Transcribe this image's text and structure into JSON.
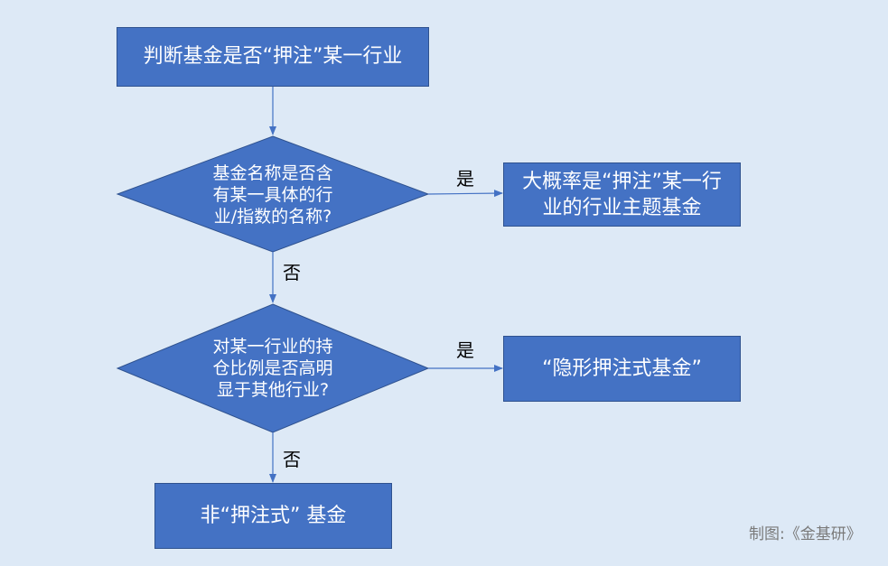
{
  "diagram": {
    "start_box": "判断基金是否“押注”某一行业",
    "decision1": [
      "基金名称是否含",
      "有某一具体的行",
      "业/指数的名称?"
    ],
    "decision1_yes_label": "是",
    "decision1_no_label": "否",
    "result1": [
      "大概率是“押注”某一行",
      "业的行业主题基金"
    ],
    "decision2": [
      "对某一行业的持",
      "仓比例是否高明",
      "显于其他行业?"
    ],
    "decision2_yes_label": "是",
    "decision2_no_label": "否",
    "result2": "“隐形押注式基金”",
    "result3": "非“押注式” 基金",
    "credit": "制图:《金基研》",
    "colors": {
      "background": "#dde9f6",
      "shape_fill": "#4472c4",
      "shape_border": "#2f528f",
      "connector": "#4472c4"
    }
  }
}
